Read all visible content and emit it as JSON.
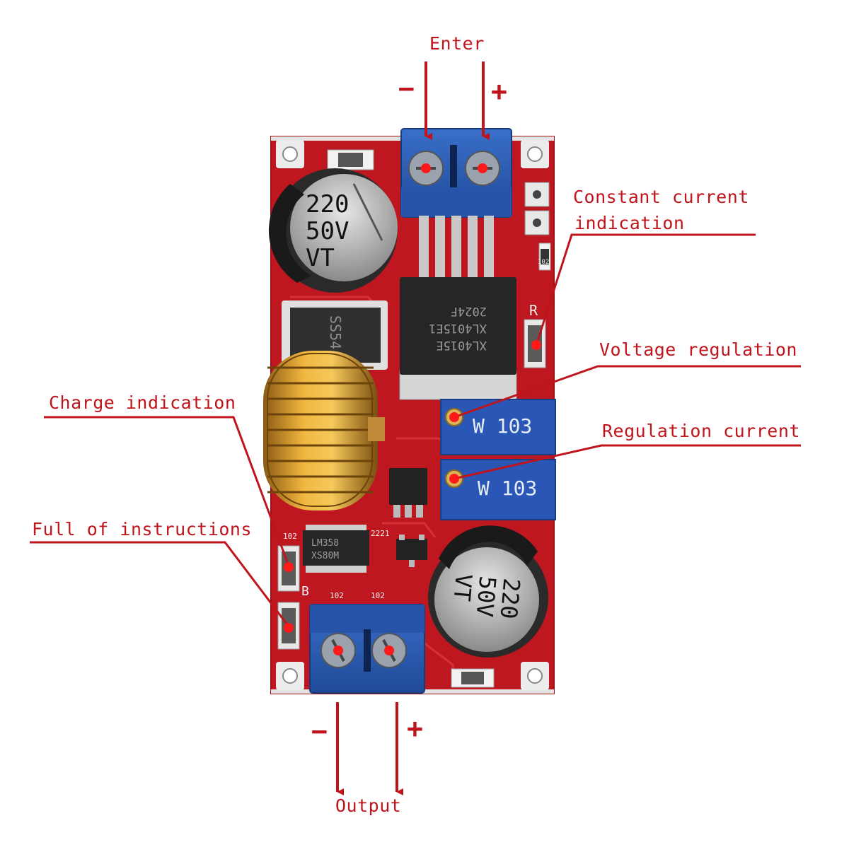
{
  "labels": {
    "input": "Enter",
    "output": "Output",
    "cc_line1": "Constant current",
    "cc_line2": "indication",
    "voltage_regulation": "Voltage regulation",
    "regulation_current": "Regulation current",
    "charge_indication": "Charge indication",
    "full_instructions": "Full of instructions",
    "minus": "−",
    "plus": "+"
  },
  "board": {
    "cap_top": [
      "220",
      "50V",
      "VT"
    ],
    "cap_bottom": [
      "220",
      "50V",
      "VT"
    ],
    "pot_marking": "W 103",
    "ic_main": [
      "XL4015E",
      "XL4015E1",
      "2024F"
    ],
    "diode_marking": "SS54",
    "ic_small": [
      "LM358",
      "XS80M"
    ],
    "silk_r": "R",
    "silk_b": "B",
    "smd_markings": [
      "102",
      "102",
      "102",
      "102",
      "2221"
    ]
  },
  "colors": {
    "annotation": "#c0141c",
    "pcb": "#c4161f",
    "terminal": "#2d5fb8",
    "pot": "#2a57b6"
  }
}
